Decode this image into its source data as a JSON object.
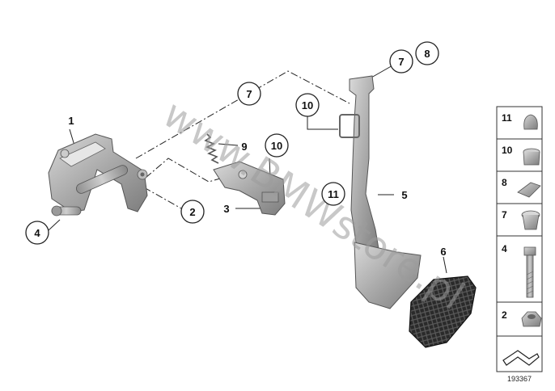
{
  "watermark": "www.BMWstore.pl",
  "diagram_number": "193367",
  "callouts": {
    "c1": "1",
    "c2": "2",
    "c3": "3",
    "c4": "4",
    "c5": "5",
    "c6": "6",
    "c7a": "7",
    "c7b": "7",
    "c8": "8",
    "c9": "9",
    "c10a": "10",
    "c10b": "10",
    "c11": "11"
  },
  "legend": [
    {
      "label": "11"
    },
    {
      "label": "10"
    },
    {
      "label": "8"
    },
    {
      "label": "7"
    },
    {
      "label": "4"
    },
    {
      "label": "2"
    }
  ]
}
